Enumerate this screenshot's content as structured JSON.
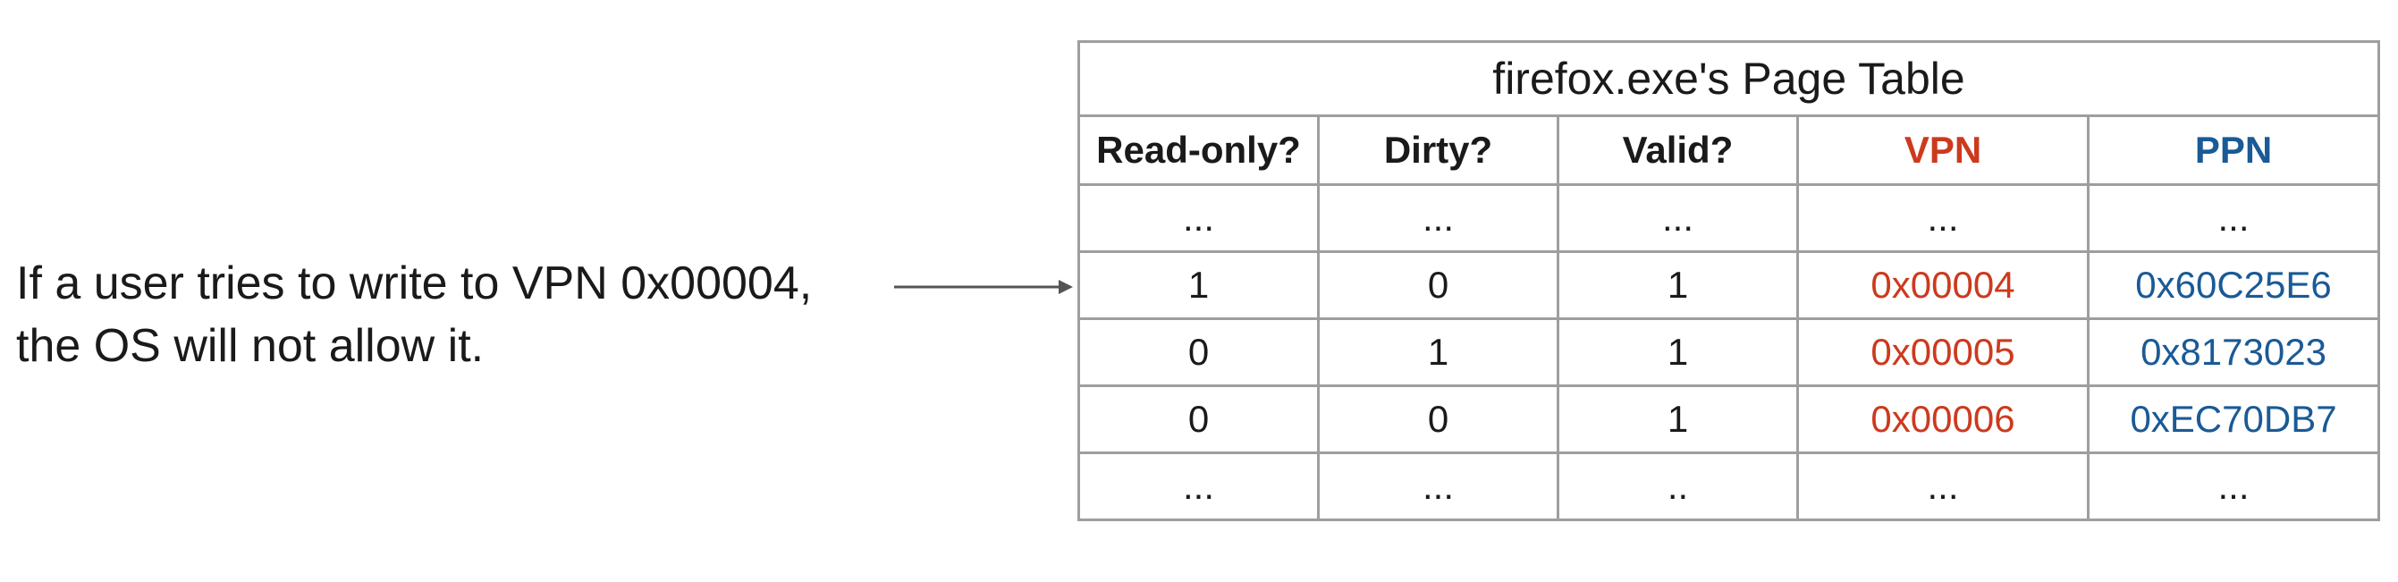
{
  "annotation": {
    "line1": "If a user tries to write to VPN 0x00004,",
    "line2": "the OS will not allow it."
  },
  "table": {
    "title": "firefox.exe's Page Table",
    "headers": {
      "read_only": "Read-only?",
      "dirty": "Dirty?",
      "valid": "Valid?",
      "vpn": "VPN",
      "ppn": "PPN"
    },
    "rows": [
      [
        "...",
        "...",
        "...",
        "...",
        "..."
      ],
      [
        "1",
        "0",
        "1",
        "0x00004",
        "0x60C25E6"
      ],
      [
        "0",
        "1",
        "1",
        "0x00005",
        "0x8173023"
      ],
      [
        "0",
        "0",
        "1",
        "0x00006",
        "0xEC70DB7"
      ],
      [
        "...",
        "...",
        "..",
        "...",
        "..."
      ]
    ]
  },
  "colors": {
    "vpn": "#cc3a1e",
    "ppn": "#1a5a96",
    "border": "#9e9e9e"
  }
}
